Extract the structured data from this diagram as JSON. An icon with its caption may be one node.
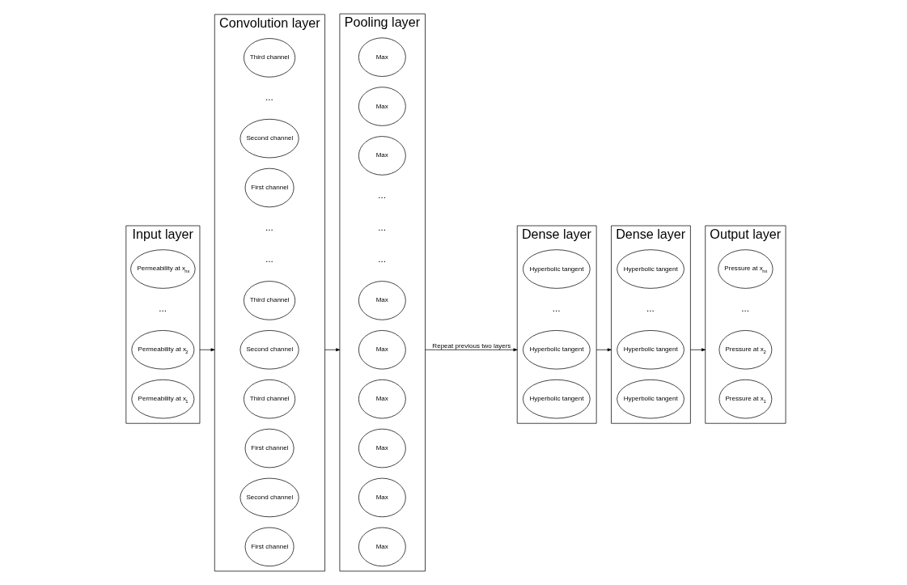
{
  "diagram": {
    "nodes": [
      {
        "text": [
          "Input layer"
        ]
      },
      {
        "text": [
          "Permeability at x$_{1}$"
        ],
        "in": 0
      },
      {
        "text": [
          "Permeability at x$_{2}$"
        ],
        "in": 0
      },
      {
        "text": [
          "Permeability at x$_{nx}$"
        ],
        "in": 0
      },
      {
        "text": [
          "Convolution layer"
        ]
      },
      {
        "text": [
          "First channel"
        ],
        "in": 4
      },
      {
        "text": [
          "Second channel"
        ],
        "in": 4
      },
      {
        "text": [
          "First channel"
        ],
        "in": 4
      },
      {
        "text": [
          "Third channel"
        ],
        "in": 4
      },
      {
        "text": [
          "Second channel"
        ],
        "in": 4
      },
      {
        "text": [
          "Third channel"
        ],
        "in": 4
      },
      {
        "text": [
          "First channel"
        ],
        "in": 4
      },
      {
        "text": [
          "Second channel"
        ],
        "in": 4
      },
      {
        "text": [
          "Third channel"
        ],
        "in": 4
      },
      {
        "text": [
          "Pooling layer"
        ]
      },
      {
        "text": [
          "Max"
        ],
        "in": 14
      },
      {
        "text": [
          "Max"
        ],
        "in": 14
      },
      {
        "text": [
          "Max"
        ],
        "in": 14
      },
      {
        "text": [
          "Max"
        ],
        "in": 14
      },
      {
        "text": [
          "Max"
        ],
        "in": 14
      },
      {
        "text": [
          "Max"
        ],
        "in": 14
      },
      {
        "text": [
          "Max"
        ],
        "in": 14
      },
      {
        "text": [
          "Max"
        ],
        "in": 14
      },
      {
        "text": [
          "Max"
        ],
        "in": 14
      },
      {
        "text": [
          "Dense layer"
        ]
      },
      {
        "text": [
          "Hyperbolic tangent"
        ],
        "in": 24
      },
      {
        "text": [
          "Hyperbolic tangent"
        ],
        "in": 24
      },
      {
        "text": [
          "Hyperbolic tangent"
        ],
        "in": 24
      },
      {
        "text": [
          "Dense layer"
        ]
      },
      {
        "text": [
          "Hyperbolic tangent"
        ],
        "in": 28
      },
      {
        "text": [
          "Hyperbolic tangent"
        ],
        "in": 28
      },
      {
        "text": [
          "Hyperbolic tangent"
        ],
        "in": 28
      },
      {
        "text": [
          "Output layer"
        ]
      },
      {
        "text": [
          "Pressure at x$_{1}$"
        ],
        "in": 32
      },
      {
        "text": [
          "Pressure at x$_{2}$"
        ],
        "in": 32
      },
      {
        "text": [
          "Pressure at x$_{nx}$"
        ],
        "in": 32
      }
    ],
    "edges": [
      {
        "from": 0,
        "to": 4,
        "arrow": "to"
      },
      {
        "from": 4,
        "to": 14,
        "arrow": "to"
      },
      {
        "from": 14,
        "to": 24,
        "arrow": "to",
        "label": "Repeat previous two layers"
      },
      {
        "from": 24,
        "to": 28,
        "arrow": "to"
      },
      {
        "from": 28,
        "to": 32,
        "arrow": "to"
      }
    ],
    "labels": [
      "...",
      "...",
      "...",
      "...",
      "...",
      "...",
      "...",
      "...",
      "...",
      "..."
    ]
  }
}
